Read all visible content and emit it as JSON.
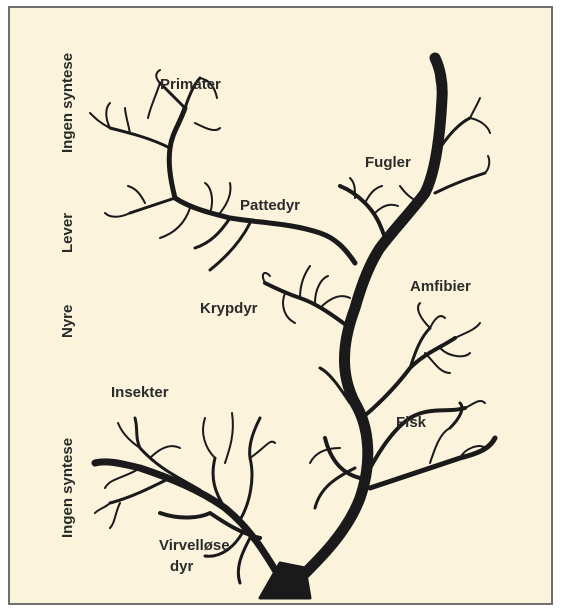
{
  "synthesis_zones": [
    "Ingen syntese",
    "Lever",
    "Nyre",
    "Ingen syntese"
  ],
  "groups": {
    "primater": "Primater",
    "fugler": "Fugler",
    "pattedyr": "Pattedyr",
    "krypdyr": "Krypdyr",
    "amfibier": "Amfibier",
    "insekter": "Insekter",
    "fisk": "Fisk",
    "virvelløse_line1": "Virvelløse",
    "virvelløse_line2": "dyr"
  },
  "colors": {
    "background": "#fbf3dc",
    "branch": "#1a1a1a",
    "text": "#2b2b2b",
    "border": "#6f6f6f"
  }
}
